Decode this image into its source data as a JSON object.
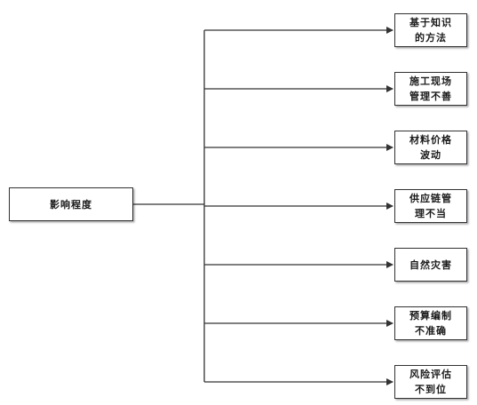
{
  "root": {
    "label": "影响程度"
  },
  "children": [
    {
      "lines": [
        "基于知识",
        "的方法"
      ]
    },
    {
      "lines": [
        "施工现场",
        "管理不善"
      ]
    },
    {
      "lines": [
        "材料价格",
        "波动"
      ]
    },
    {
      "lines": [
        "供应链管",
        "理不当"
      ]
    },
    {
      "lines": [
        "自然灾害"
      ]
    },
    {
      "lines": [
        "预算编制",
        "不准确"
      ]
    },
    {
      "lines": [
        "风险评估",
        "不到位"
      ]
    }
  ],
  "colors": {
    "line": "#333333",
    "box_border": "#333333",
    "background": "#ffffff"
  }
}
